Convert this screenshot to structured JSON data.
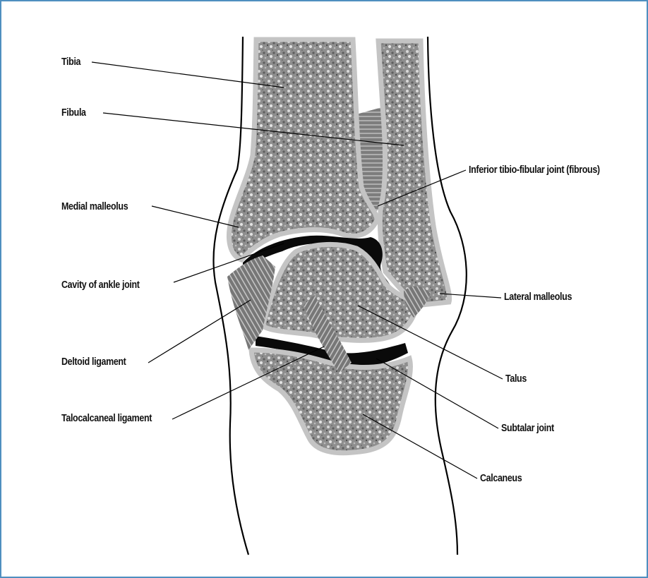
{
  "labels": {
    "tibia": "Tibia",
    "fibula": "Fibula",
    "medial_malleolus": "Medial malleolus",
    "cavity_ankle_joint": "Cavity of ankle joint",
    "deltoid_ligament": "Deltoid ligament",
    "talocalcaneal_ligament": "Talocalcaneal ligament",
    "inferior_tibio_fibular_joint": "Inferior tibio-fibular joint (fibrous)",
    "lateral_malleolus": "Lateral malleolus",
    "talus": "Talus",
    "subtalar_joint": "Subtalar joint",
    "calcaneus": "Calcaneus"
  },
  "colors": {
    "frame_border": "#4f8fbf",
    "bone_fill": "#9a9a9a",
    "bone_cortex": "#c4c4c4",
    "joint_cavity": "#0a0a0a",
    "ligament": "#6a6a6a",
    "outline": "#000000"
  }
}
